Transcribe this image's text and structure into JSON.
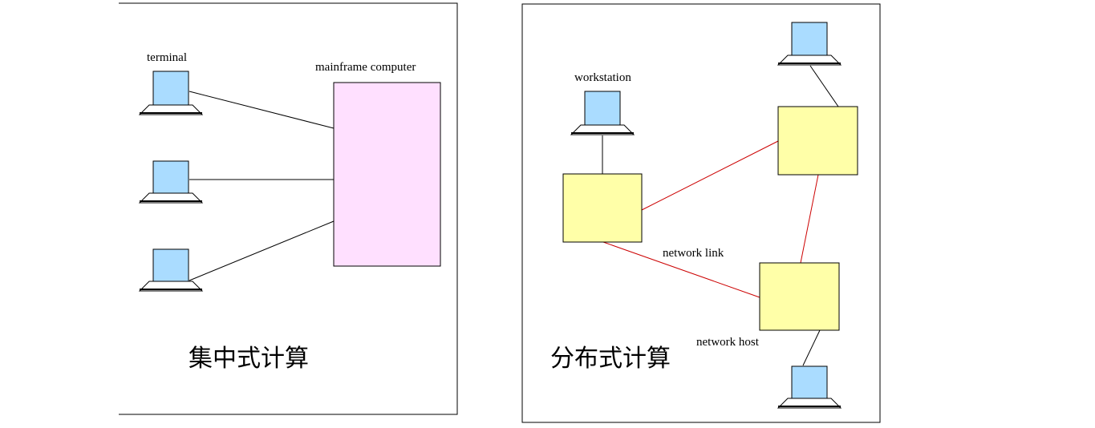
{
  "left_panel": {
    "title": "集中式计算",
    "terminal_label": "terminal",
    "mainframe_label": "mainframe computer"
  },
  "right_panel": {
    "title": "分布式计算",
    "workstation_label": "workstation",
    "network_link_label": "network link",
    "network_host_label": "network host"
  },
  "colors": {
    "screen_fill": "#aadcff",
    "mainframe_fill": "#ffe0ff",
    "host_fill": "#ffffa8",
    "network_link": "#cc0000",
    "wire": "#000000"
  }
}
